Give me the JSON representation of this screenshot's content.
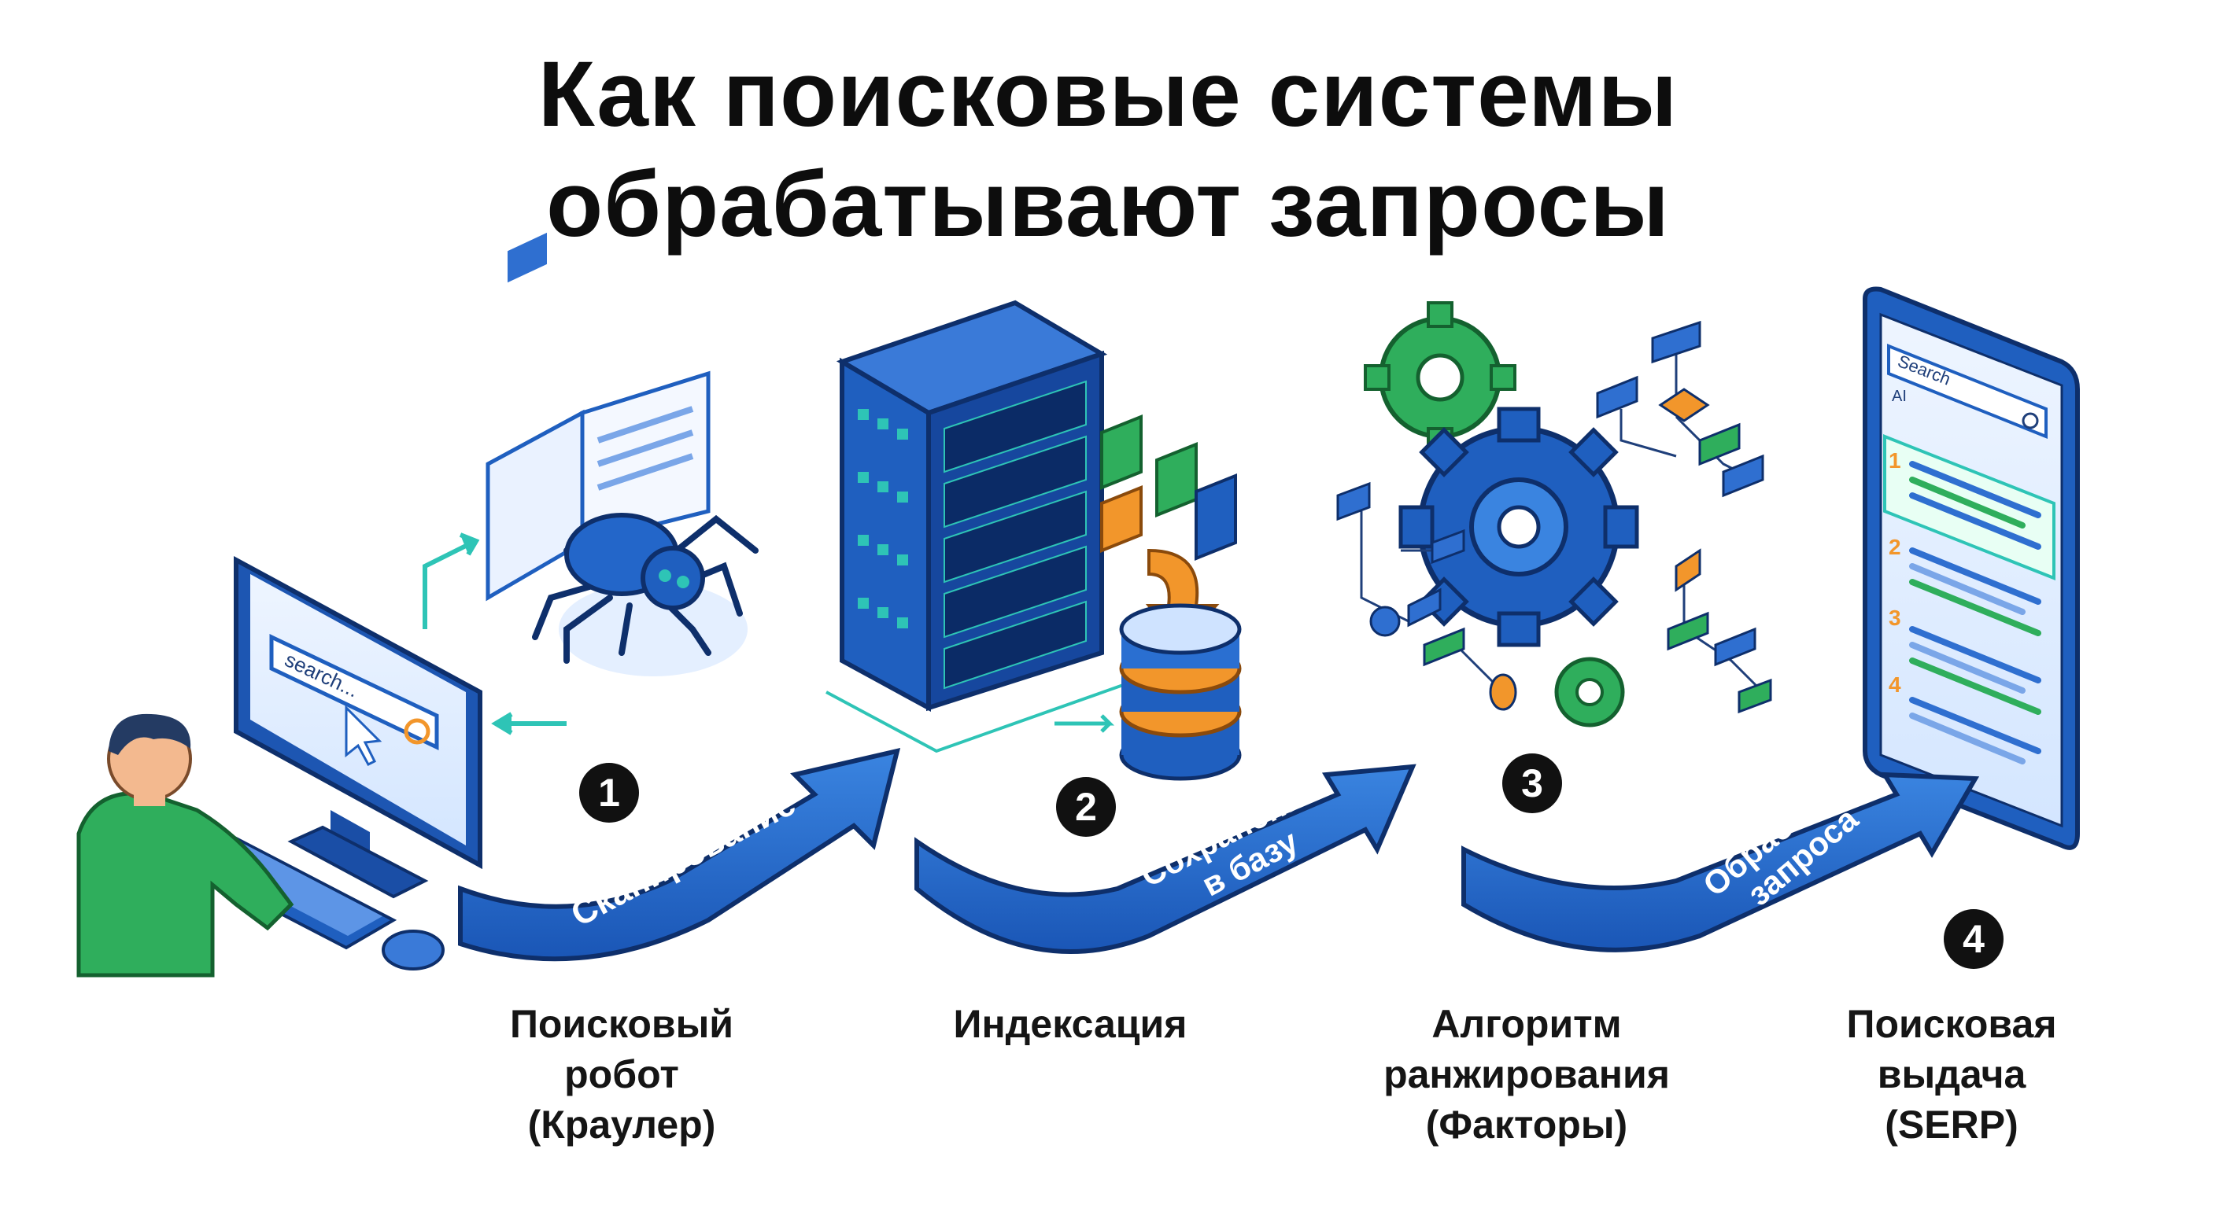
{
  "title": {
    "line1": "Как поисковые системы",
    "line2": "обрабатывают запросы"
  },
  "computer": {
    "search_placeholder": "search..."
  },
  "phone": {
    "search_placeholder": "Search",
    "ai_label": "AI",
    "results": [
      "1",
      "2",
      "3",
      "4"
    ]
  },
  "steps": [
    {
      "number": "1",
      "arrow_lines": [
        "Сканирование"
      ],
      "label_lines": [
        "Поисковый",
        "робот",
        "(Краулер)"
      ]
    },
    {
      "number": "2",
      "arrow_lines": [
        "Сохранение",
        "в базу"
      ],
      "label_lines": [
        "Индексация"
      ]
    },
    {
      "number": "3",
      "arrow_lines": [
        "Обработка",
        "запроса"
      ],
      "label_lines": [
        "Алгоритм",
        "ранжирования",
        "(Факторы)"
      ]
    },
    {
      "number": "4",
      "arrow_lines": [],
      "label_lines": [
        "Поисковая",
        "выдача",
        "(SERP)"
      ]
    }
  ],
  "colors": {
    "primary_blue": "#1f5fbf",
    "dark_blue": "#123f8c",
    "light_blue": "#dceaff",
    "green": "#2fae5c",
    "orange": "#f2962b",
    "teal": "#2ec4b6"
  }
}
